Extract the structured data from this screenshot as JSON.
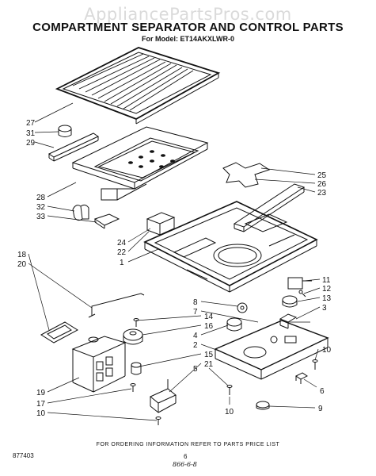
{
  "watermark": "AppliancePartsPros.com",
  "title": "COMPARTMENT SEPARATOR AND CONTROL PARTS",
  "model_line": "For Model: ET14AKXLWR-0",
  "footer_note": "FOR ORDERING INFORMATION REFER TO PARTS PRICE LIST",
  "doc_number": "877403",
  "page_number": "6",
  "handwritten_note": "866-6-8",
  "callouts": {
    "c27": "27",
    "c31": "31",
    "c29": "29",
    "c25": "25",
    "c26": "26",
    "c23": "23",
    "c28": "28",
    "c32": "32",
    "c33": "33",
    "c24": "24",
    "c22": "22",
    "c1": "1",
    "c18": "18",
    "c20": "20",
    "c11": "11",
    "c12": "12",
    "c13": "13",
    "c8": "8",
    "c3": "3",
    "c7": "7",
    "c14": "14",
    "c16": "16",
    "c4": "4",
    "c2": "2",
    "c15": "15",
    "c21": "21",
    "c10a": "10",
    "c5": "5",
    "c6": "6",
    "c9": "9",
    "c10b": "10",
    "c19": "19",
    "c17": "17",
    "c10c": "10"
  }
}
